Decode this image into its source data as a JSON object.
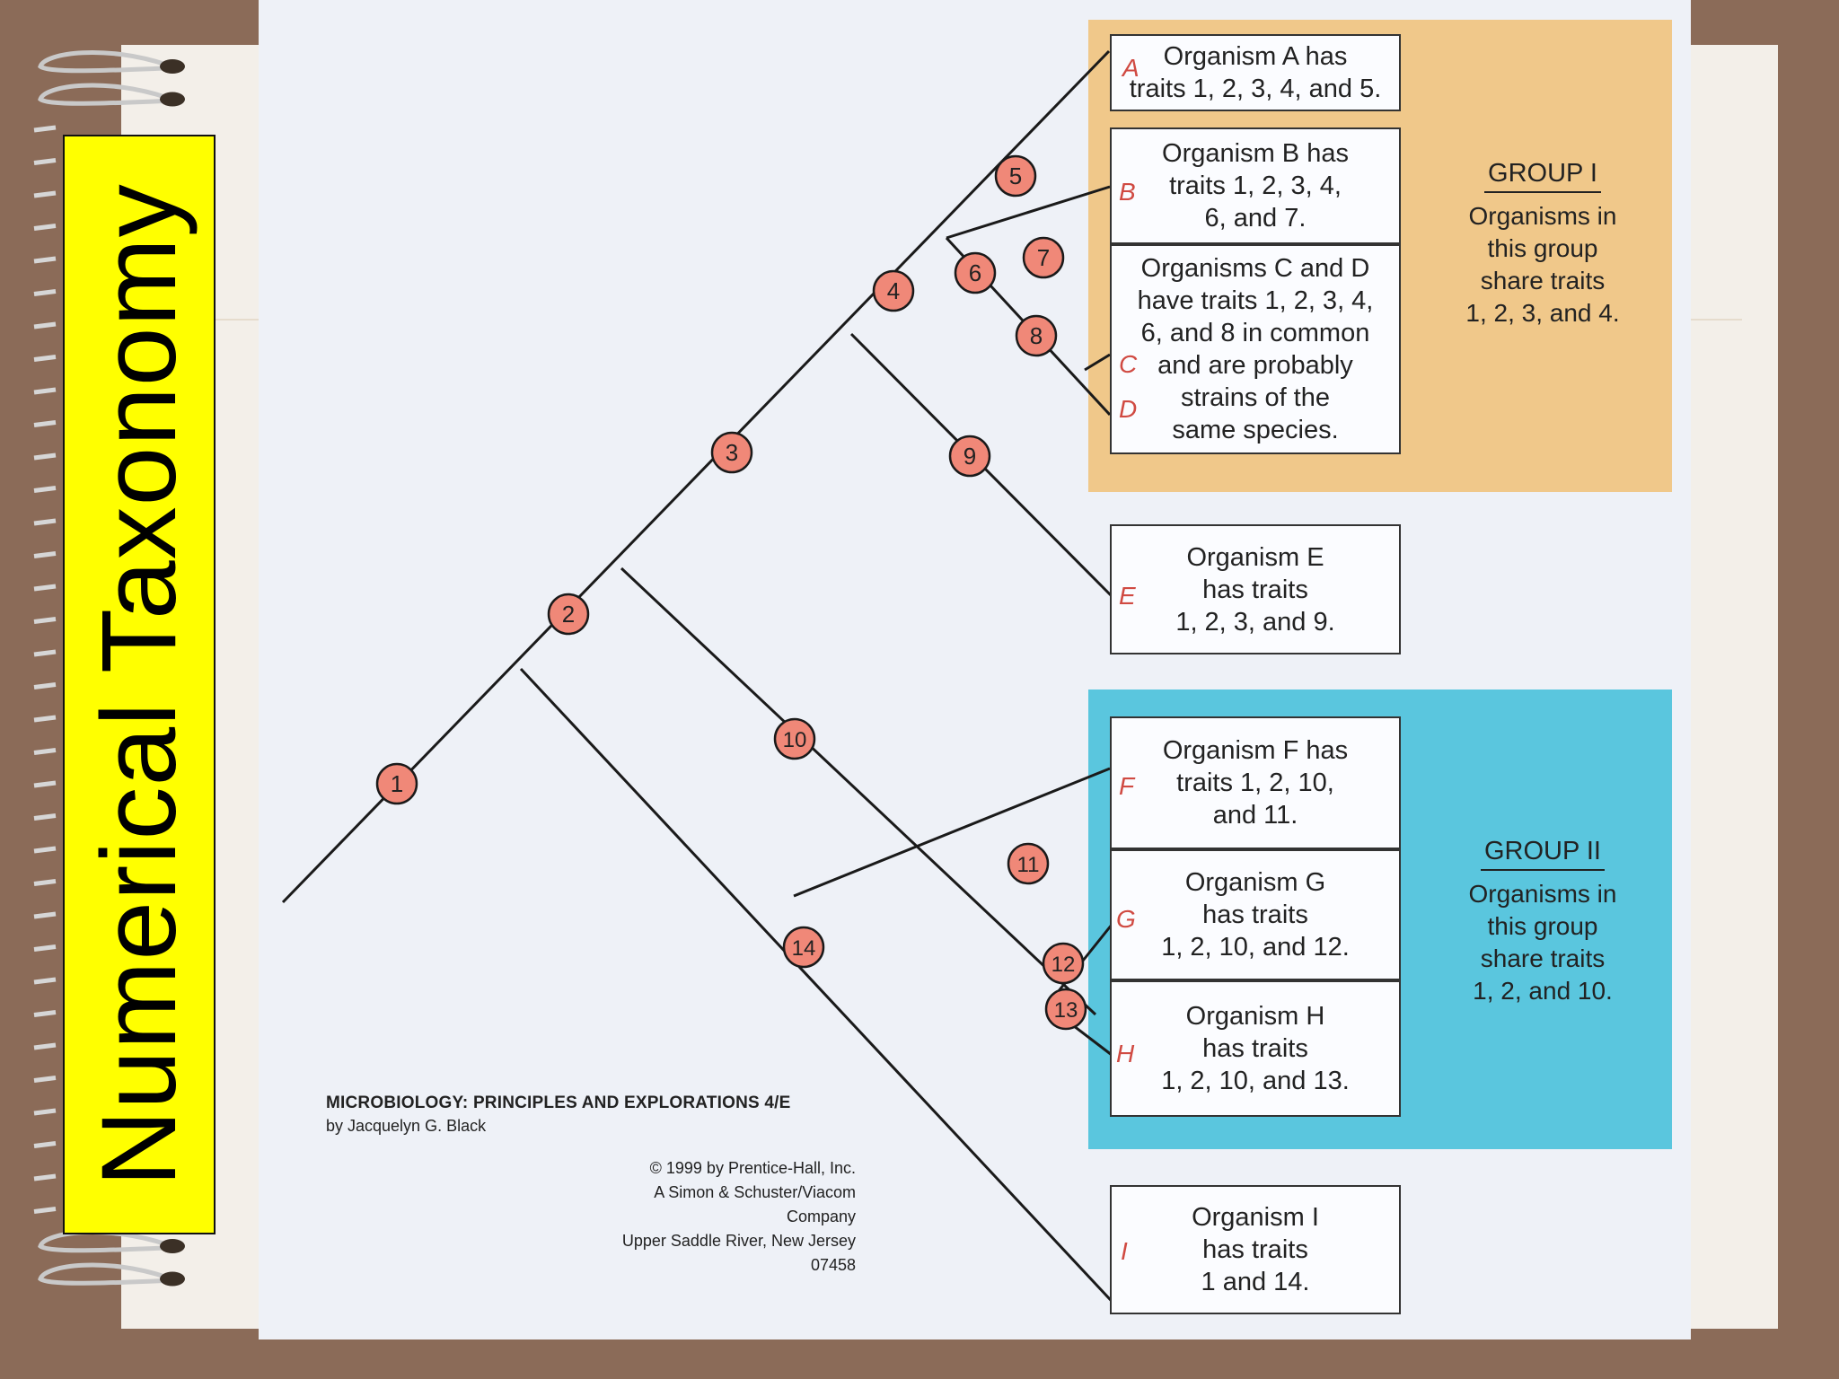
{
  "slide": {
    "title": "Numerical Taxonomy"
  },
  "tree": {
    "nodes": [
      "1",
      "2",
      "3",
      "4",
      "5",
      "6",
      "7",
      "8",
      "9",
      "10",
      "11",
      "12",
      "13",
      "14"
    ]
  },
  "organisms": {
    "A": {
      "letter": "A",
      "text": "Organism A has\ntraits 1, 2, 3, 4, and 5."
    },
    "B": {
      "letter": "B",
      "text": "Organism B has\ntraits 1, 2, 3, 4,\n6, and 7."
    },
    "CD": {
      "letter_c": "C",
      "letter_d": "D",
      "text": "Organisms C and D\nhave traits 1, 2, 3, 4,\n6, and 8 in common\nand are probably\nstrains of the\nsame species."
    },
    "E": {
      "letter": "E",
      "text": "Organism E\nhas traits\n1, 2, 3, and 9."
    },
    "F": {
      "letter": "F",
      "text": "Organism F has\ntraits 1, 2, 10,\nand 11."
    },
    "G": {
      "letter": "G",
      "text": "Organism G\nhas traits\n1, 2, 10, and 12."
    },
    "H": {
      "letter": "H",
      "text": "Organism H\nhas traits\n1, 2, 10, and 13."
    },
    "I": {
      "letter": "I",
      "text": "Organism I\nhas traits\n1 and 14."
    }
  },
  "groups": {
    "group1": {
      "title": "GROUP I",
      "text": "Organisms in\nthis group\nshare traits\n1, 2, 3, and 4.",
      "color": "#f0c88a"
    },
    "group2": {
      "title": "GROUP II",
      "text": "Organisms in\nthis group\nshare traits\n1, 2, and 10.",
      "color": "#5ac6de"
    }
  },
  "credit": {
    "book": "MICROBIOLOGY: PRINCIPLES AND EXPLORATIONS 4/E",
    "author": "by Jacquelyn G. Black",
    "publisher": "© 1999 by Prentice-Hall, Inc.\nA Simon & Schuster/Viacom Company\nUpper Saddle River, New Jersey 07458"
  },
  "colors": {
    "title_bg": "#ffff00",
    "node_fill": "#f08878",
    "letter_color": "#d04a42",
    "frame": "#8b6b58"
  }
}
